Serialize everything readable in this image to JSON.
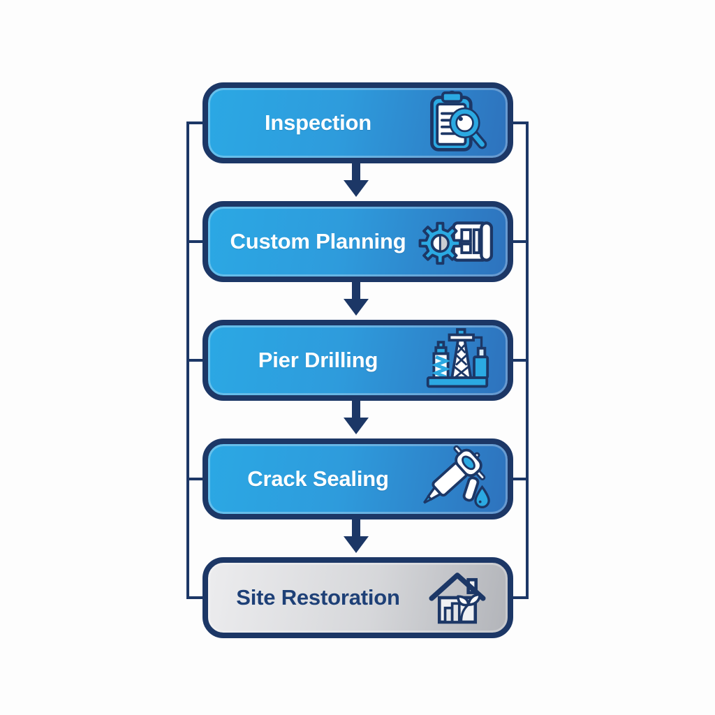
{
  "flowchart": {
    "steps": [
      {
        "label": "Inspection",
        "icon": "clipboard-search-icon",
        "style": "primary"
      },
      {
        "label": "Custom Planning",
        "icon": "gear-blueprint-icon",
        "style": "primary"
      },
      {
        "label": "Pier Drilling",
        "icon": "drilling-rig-icon",
        "style": "primary"
      },
      {
        "label": "Crack Sealing",
        "icon": "caulk-gun-icon",
        "style": "primary"
      },
      {
        "label": "Site Restoration",
        "icon": "house-leaf-icon",
        "style": "final"
      }
    ],
    "connectors": {
      "down_arrow_count": 4,
      "side_rails": "left and right vertical rails joining all five steps"
    },
    "colors": {
      "navy_outline": "#1C3766",
      "step_gradient_start": "#2BA8E4",
      "step_gradient_end": "#2E72BD",
      "final_gradient_start": "#ECECEE",
      "final_gradient_end": "#B2B4B9",
      "step_text": "#FFFFFF",
      "final_text": "#1E4077",
      "icon_cyan": "#2BA9E2",
      "background": "#FDFDFD"
    }
  }
}
